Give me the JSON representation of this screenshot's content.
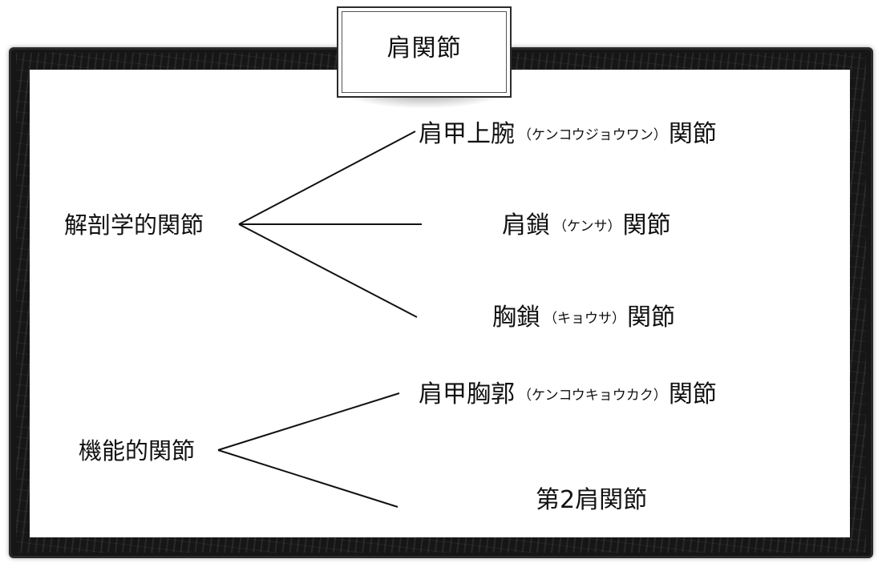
{
  "title": "肩関節",
  "groups": [
    {
      "label": "解剖学的関節",
      "branches": [
        {
          "main": "肩甲上腕",
          "reading": "（ケンコウジョウワン）",
          "suffix": "関節"
        },
        {
          "main": "肩鎖",
          "reading": "（ケンサ）",
          "suffix": "関節"
        },
        {
          "main": "胸鎖",
          "reading": "（キョウサ）",
          "suffix": "関節"
        }
      ]
    },
    {
      "label": "機能的関節",
      "branches": [
        {
          "main": "肩甲胸郭",
          "reading": "（ケンコウキョウカク）",
          "suffix": "関節"
        },
        {
          "main": "第2肩関節",
          "reading": "",
          "suffix": ""
        }
      ]
    }
  ],
  "colors": {
    "frame": "#161616",
    "line": "#111111",
    "text": "#111111",
    "background": "#ffffff"
  }
}
